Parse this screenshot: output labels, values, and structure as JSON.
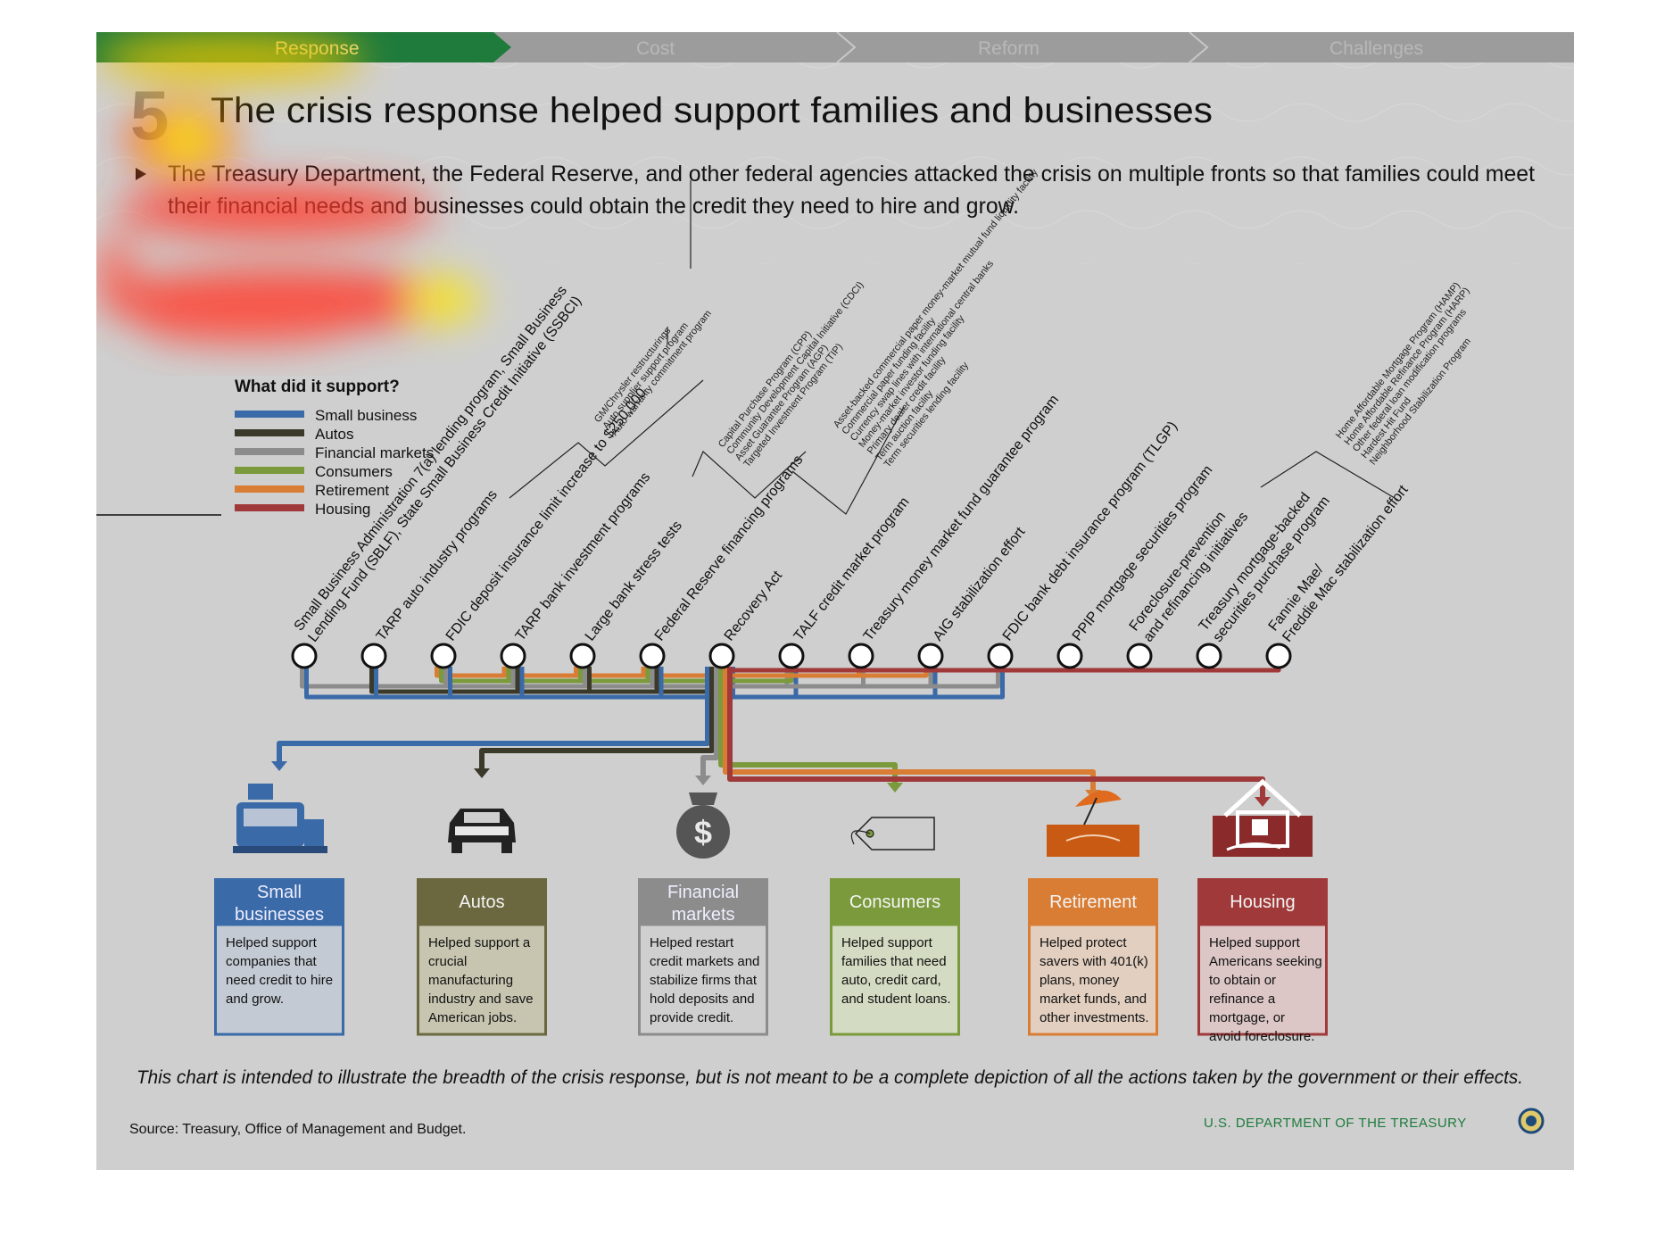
{
  "nav": {
    "steps": [
      "Response",
      "Cost",
      "Reform",
      "Challenges"
    ],
    "active_index": 0,
    "active_color": "#1e7b3c"
  },
  "header": {
    "number": "5",
    "title": "The crisis response helped support families and businesses",
    "bullet_line1": "The Treasury Department, the Federal Reserve, and other federal agencies attacked the crisis on multiple fronts so that families could meet",
    "bullet_line2": "their financial needs and businesses could obtain the credit they need to hire and grow."
  },
  "legend": {
    "title": "What did it support?",
    "items": [
      {
        "label": "Small business",
        "color": "#3a6aa8"
      },
      {
        "label": "Autos",
        "color": "#3b3a2a"
      },
      {
        "label": "Financial markets",
        "color": "#8c8c8c"
      },
      {
        "label": "Consumers",
        "color": "#7a9a3c"
      },
      {
        "label": "Retirement",
        "color": "#d97d35"
      },
      {
        "label": "Housing",
        "color": "#a03a3a"
      }
    ]
  },
  "programs": [
    {
      "line1": "Small Business Administration 7(a) lending program, Small Business",
      "line2": "Lending Fund (SBLF), State Small Business Credit Initiative (SSBCI)"
    },
    {
      "line1": "TARP auto industry programs",
      "line2": ""
    },
    {
      "line1": "FDIC deposit insurance limit increase to $250,000",
      "line2": ""
    },
    {
      "line1": "TARP bank investment programs",
      "line2": ""
    },
    {
      "line1": "Large bank stress tests",
      "line2": ""
    },
    {
      "line1": "Federal Reserve financing programs",
      "line2": ""
    },
    {
      "line1": "Recovery Act",
      "line2": ""
    },
    {
      "line1": "TALF credit market program",
      "line2": ""
    },
    {
      "line1": "Treasury money market fund guarantee program",
      "line2": ""
    },
    {
      "line1": "AIG stabilization effort",
      "line2": ""
    },
    {
      "line1": "FDIC bank debt insurance program (TLGP)",
      "line2": ""
    },
    {
      "line1": "PPIP mortgage securities program",
      "line2": ""
    },
    {
      "line1": "Foreclosure-prevention",
      "line2": "and refinancing initiatives"
    },
    {
      "line1": "Treasury mortgage-backed",
      "line2": "securities purchase  program"
    },
    {
      "line1": "Fannie Mae/",
      "line2": "Freddie Mac stabilization effort"
    }
  ],
  "sub_auto": [
    "GM/Chrysler restructurings",
    "Auto supplier support program",
    "Auto warranty commitment program"
  ],
  "sub_tarp": [
    "Capital Purchase Program (CPP)",
    "Community Development Capital Initiative (CDCI)",
    "Asset Guarantee Program (AGP)",
    "Targeted Investment Program (TIP)"
  ],
  "sub_fed": [
    "Asset-backed commercial paper money-market mutual fund liquidity facility",
    "Commercial paper funding facility",
    "Currency swap lines with international central banks",
    "Money-market investor funding facility",
    "Primary dealer credit facility",
    "Term auction facility",
    "Term securities lending facility"
  ],
  "sub_fore": [
    "Home Affordable Mortgage Program (HAMP)",
    "Home Affordable Refinance Program (HARP)",
    "Other federal loan modification programs",
    "Hardest Hit Fund",
    "Neighborhood Stabilization Program"
  ],
  "categories": [
    {
      "title1": "Small",
      "title2": "businesses",
      "icon": "cash-register-icon",
      "color": "#3a6aa8",
      "light": "#c3cad3",
      "desc": [
        "Helped support",
        "companies that",
        "need credit to hire",
        "and grow."
      ]
    },
    {
      "title1": "Autos",
      "title2": "",
      "icon": "car-icon",
      "color": "#6b6840",
      "light": "#c7c5b0",
      "desc": [
        "Helped support a",
        "crucial",
        "manufacturing",
        "industry and save",
        "American jobs."
      ]
    },
    {
      "title1": "Financial",
      "title2": "markets",
      "icon": "money-bag-icon",
      "color": "#8c8c8c",
      "light": "#cfcfcf",
      "desc": [
        "Helped restart",
        "credit markets and",
        "stabilize firms that",
        "hold deposits and",
        "provide credit."
      ]
    },
    {
      "title1": "Consumers",
      "title2": "",
      "icon": "price-tag-icon",
      "color": "#7a9a3c",
      "light": "#d3dbc2",
      "desc": [
        "Helped support",
        "families that need",
        "auto, credit card,",
        "and student loans."
      ]
    },
    {
      "title1": "Retirement",
      "title2": "",
      "icon": "beach-umbrella-icon",
      "color": "#d97d35",
      "light": "#e2cfc0",
      "desc": [
        "Helped protect",
        "savers with 401(k)",
        "plans, money",
        "market funds, and",
        "other investments."
      ]
    },
    {
      "title1": "Housing",
      "title2": "",
      "icon": "house-icon",
      "color": "#a03a3a",
      "light": "#dcc6c6",
      "desc": [
        "Helped support",
        "Americans seeking",
        "to obtain or",
        "refinance a",
        "mortgage, or",
        "avoid foreclosure."
      ]
    }
  ],
  "footer": {
    "disclaimer": "This chart is intended to illustrate the breadth of the crisis response, but is not meant to be a complete depiction of all the actions taken by the government or their effects.",
    "source": "Source: Treasury, Office of Management and Budget.",
    "agency": "U.S. DEPARTMENT OF THE TREASURY"
  }
}
